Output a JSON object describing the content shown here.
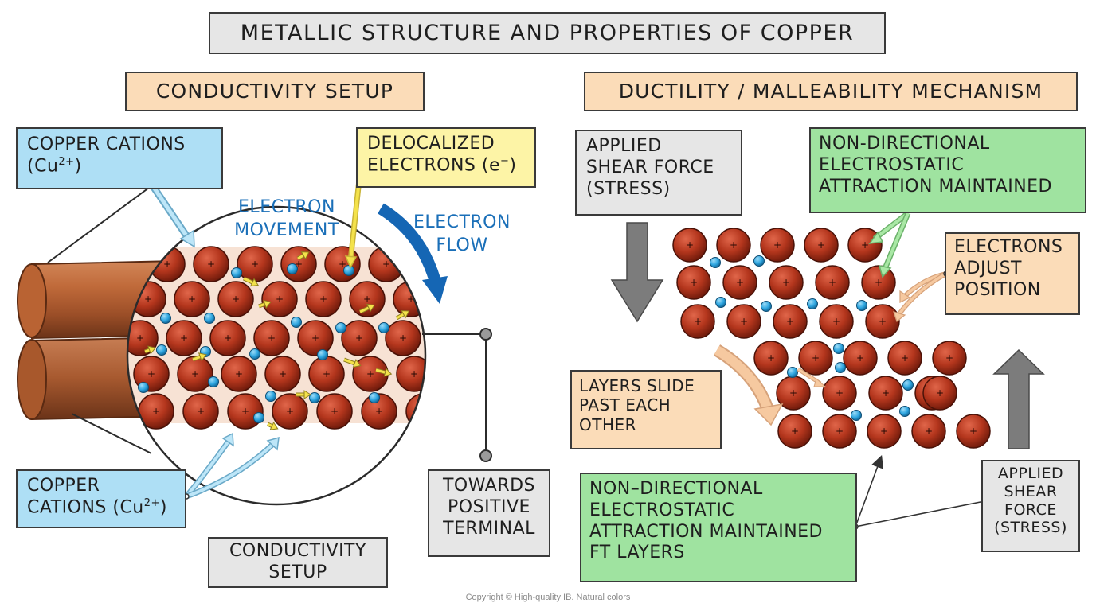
{
  "title": "METALLIC STRUCTURE AND PROPERTIES OF COPPER",
  "conductivity": {
    "heading": "CONDUCTIVITY SETUP",
    "cations_top": {
      "line1": "COPPER CATIONS",
      "base": "(Cu",
      "charge": "2+",
      "close": ")"
    },
    "delocalized": {
      "line1": "DELOCALIZED",
      "line2_base": "ELECTRONS (e",
      "line2_sup": "−",
      "line2_close": ")"
    },
    "electron_movement": {
      "line1": "ELECTRON",
      "line2": "MOVEMENT"
    },
    "electron_flow": {
      "line1": "ELECTRON",
      "line2": "FLOW"
    },
    "cations_bottom": {
      "line1": "COPPER",
      "base": "CATIONS (Cu",
      "charge": "2+",
      "close": ")"
    },
    "terminal": {
      "line1": "TOWARDS",
      "line2": "POSITIVE",
      "line3": "TERMINAL"
    },
    "setup_label": {
      "line1": "CONDUCTIVITY",
      "line2": "SETUP"
    }
  },
  "ductility": {
    "heading": "DUCTILITY / MALLEABILITY MECHANISM",
    "shear_top": {
      "line1": "APPLIED",
      "line2": "SHEAR FORCE",
      "line3": "(STRESS)"
    },
    "attraction_top": {
      "line1": "NON-DIRECTIONAL",
      "line2": "ELECTROSTATIC",
      "line3": "ATTRACTION MAINTAINED"
    },
    "electrons_adjust": {
      "line1": "ELECTRONS",
      "line2": "ADJUST",
      "line3": "POSITION"
    },
    "layers_slide": {
      "line1": "LAYERS SLIDE",
      "line2": "PAST EACH",
      "line3": "OTHER"
    },
    "attraction_bottom": {
      "line1": "NON–DIRECTIONAL",
      "line2": "ELECTROSTATIC",
      "line3": "ATTRACTION MAINTAINED",
      "line4": "FT LAYERS"
    },
    "shear_bottom": {
      "line1": "APPLIED",
      "line2": "SHEAR",
      "line3": "FORCE",
      "line4": "(STRESS)"
    }
  },
  "ion_symbol": "+",
  "copyright": "Copyright © High-quality IB. Natural colors",
  "colors": {
    "cation": "#b4361d",
    "cation_dark": "#6e1a0b",
    "electron": "#33a9e0",
    "copper_wire": "#c06a3a",
    "flow_arrow": "#1566b4",
    "shear_arrow": "#7c7c7c",
    "arrow_yellow": "#f4e24b",
    "arrow_blue": "#bde6f8",
    "arrow_orange": "#f6c9a0",
    "arrow_green": "#a9e8a5"
  }
}
